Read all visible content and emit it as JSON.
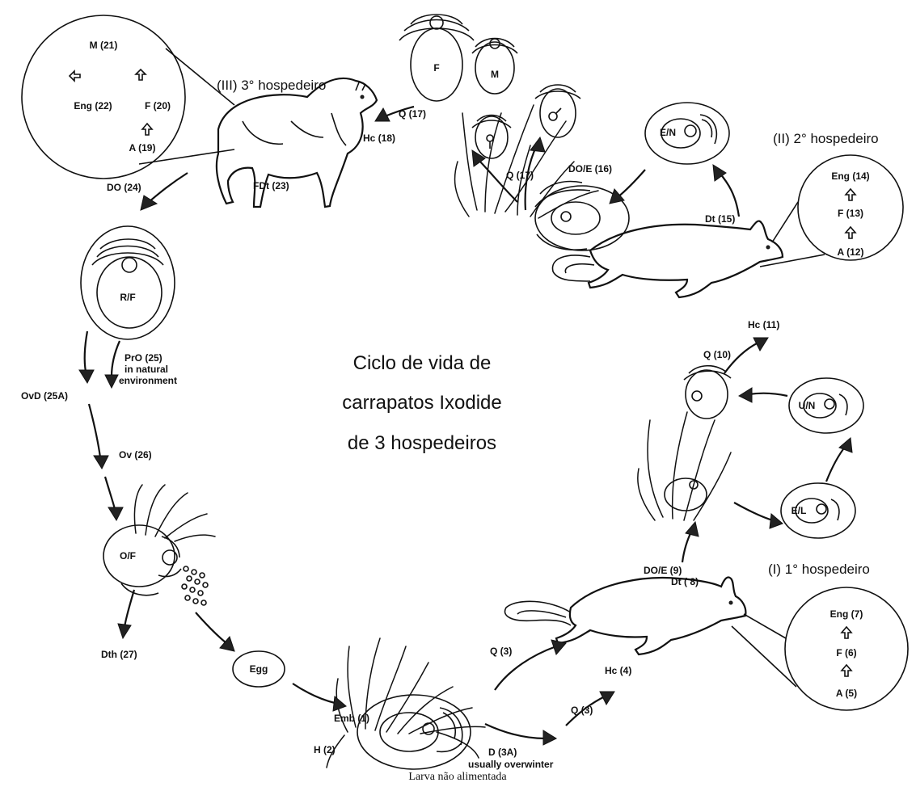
{
  "title": {
    "line1": "Ciclo de vida de",
    "line2": "carrapatos Ixodide",
    "line3": "de 3 hospedeiros"
  },
  "caption": "Larva não alimentada",
  "hosts": {
    "first": "(I) 1° hospedeiro",
    "second": "(II)  2° hospedeiro",
    "third": "(III) 3° hospedeiro"
  },
  "circles": {
    "first": {
      "top": "Eng  (7)",
      "mid": "F  (6)",
      "bottom": "A  (5)"
    },
    "second": {
      "top": "Eng  (14)",
      "mid": "F  (13)",
      "bottom": "A  (12)"
    },
    "third": {
      "top": "M  (21)",
      "left": "Eng  (22)",
      "right": "F  (20)",
      "bottom": "A  (19)"
    }
  },
  "stages": {
    "egg": "Egg",
    "larva_ring_1": "E/L",
    "larva_ring_2": "U/N",
    "nymph_ring": "E/N",
    "adult_female": "F",
    "adult_male": "M",
    "replete_female": "R/F",
    "ovipositing_female": "O/F"
  },
  "labels": {
    "emb": "Emb (1)",
    "h": "H (2)",
    "d3a": "D  (3A)",
    "overwinter": "usually overwinter",
    "q3a": "Q (3)",
    "q3b": "Q (3)",
    "hc4": "Hc (4)",
    "dt8": "Dt ( 8)",
    "doe9": "DO/E  (9)",
    "q10": "Q  (10)",
    "hc11": "Hc (11)",
    "dt15": "Dt  (15)",
    "doe16": "DO/E  (16)",
    "q17a": "Q  (17)",
    "q17b": "Q  (17)",
    "hc18": "Hc  (18)",
    "fdt23": "FDt  (23)",
    "do24": "DO  (24)",
    "pro25": "PrO  (25)",
    "pro25b": "in natural",
    "pro25c": "environment",
    "ovd25a": "OvD  (25A)",
    "ov26": "Ov  (26)",
    "dth27": "Dth  (27)"
  },
  "colors": {
    "ink": "#111111",
    "background": "#ffffff"
  }
}
